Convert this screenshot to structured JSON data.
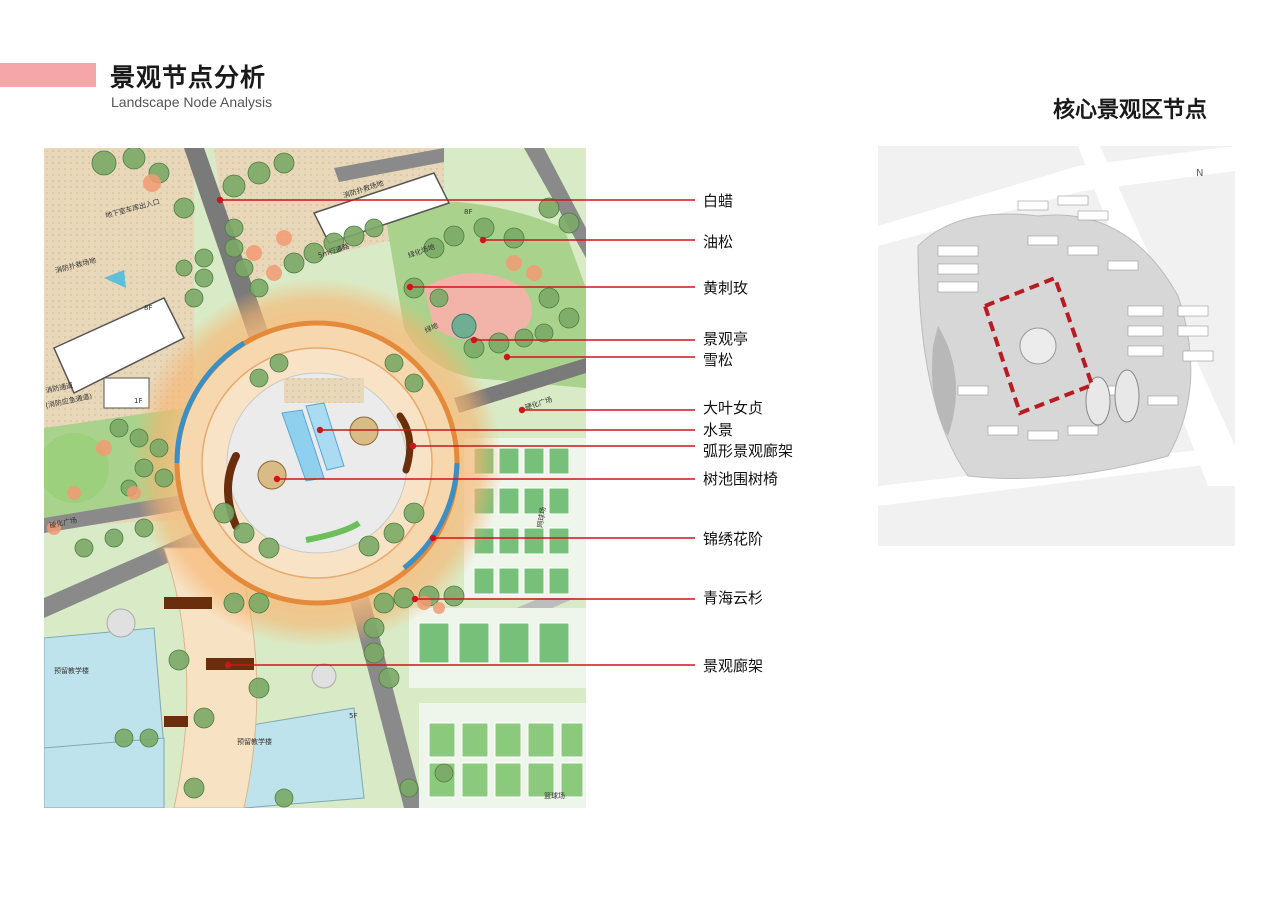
{
  "header": {
    "title": "景观节点分析",
    "subtitle": "Landscape Node Analysis",
    "accent_color": "#f4a6a8"
  },
  "keymap": {
    "title": "核心景观区节点",
    "highlight_color": "#b81c22"
  },
  "plan": {
    "map_texts": {
      "underground_garage": "地下室车库出入口",
      "fire_walkway": "消防扑救场地",
      "step_road": "5m行道路",
      "fire_road": "消防扑救场地",
      "fire_lane_1": "消防通道",
      "fire_lane_2": "(消防应急通道)",
      "greenery_1": "绿化场地",
      "greenery_2": "绿地",
      "hard_plaza_1": "硬化广场",
      "hard_plaza_2": "硬化广场",
      "building_a": "预留教学楼",
      "building_b": "预留教学楼",
      "basketball": "篮球场",
      "tennis": "网球场",
      "floor_8f_a": "8F",
      "floor_8f_b": "8F",
      "floor_1f": "1F",
      "floor_5f": "5F"
    }
  },
  "annotations": {
    "leader_color": "#d0141b",
    "items": [
      {
        "id": "white-wax",
        "label": "白蜡"
      },
      {
        "id": "pine",
        "label": "油松"
      },
      {
        "id": "yellow-rose",
        "label": "黄刺玫"
      },
      {
        "id": "pavilion",
        "label": "景观亭"
      },
      {
        "id": "cedar",
        "label": "雪松"
      },
      {
        "id": "privet",
        "label": "大叶女贞"
      },
      {
        "id": "water-feature",
        "label": "水景"
      },
      {
        "id": "arc-pergola",
        "label": "弧形景观廊架"
      },
      {
        "id": "tree-bench",
        "label": "树池围树椅"
      },
      {
        "id": "flower-steps",
        "label": "锦绣花阶"
      },
      {
        "id": "spruce",
        "label": "青海云杉"
      },
      {
        "id": "pergola",
        "label": "景观廊架"
      }
    ]
  }
}
